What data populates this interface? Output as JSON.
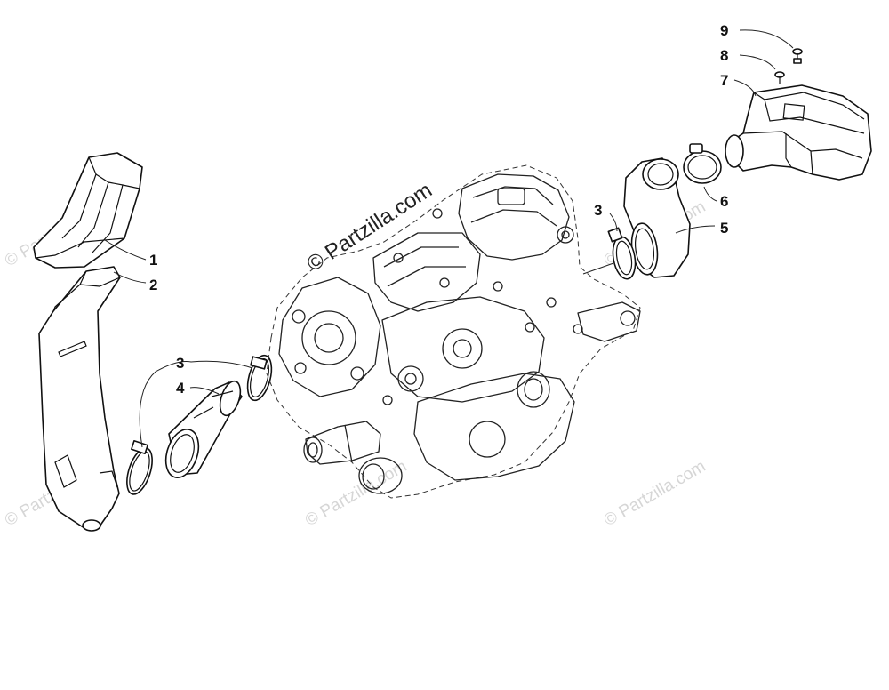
{
  "diagram": {
    "watermark_main": "© Partzilla.com",
    "watermark_repeat": "© Partzilla.com",
    "callouts": {
      "c1": "1",
      "c2": "2",
      "c3a": "3",
      "c4": "4",
      "c3b": "3",
      "c5": "5",
      "c6": "6",
      "c7": "7",
      "c8": "8",
      "c9": "9"
    }
  }
}
